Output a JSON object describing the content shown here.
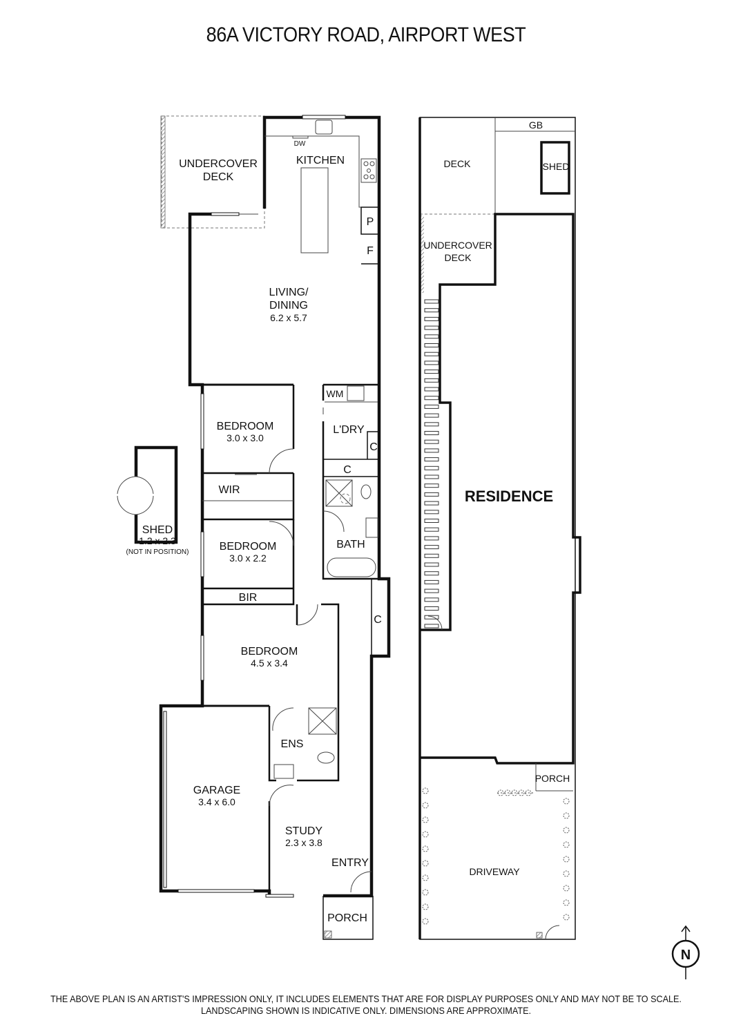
{
  "title": "86A VICTORY ROAD, AIRPORT WEST",
  "disclaimer": {
    "line1": "THE ABOVE PLAN IS AN ARTIST'S IMPRESSION ONLY, IT INCLUDES ELEMENTS THAT ARE FOR DISPLAY PURPOSES ONLY AND MAY NOT BE TO SCALE.",
    "line2": "LANDSCAPING SHOWN IS INDICATIVE ONLY. DIMENSIONS ARE APPROXIMATE."
  },
  "floor_plan": {
    "undercover_deck": [
      "UNDERCOVER",
      "DECK"
    ],
    "kitchen": "KITCHEN",
    "dw": "DW",
    "pantry": "P",
    "fridge": "F",
    "living": {
      "name1": "LIVING/",
      "name2": "DINING",
      "dim": "6.2 x 5.7"
    },
    "wm": "WM",
    "laundry": "L'DRY",
    "cupboard": "C",
    "bedroom1": {
      "name": "BEDROOM",
      "dim": "3.0 x 3.0"
    },
    "wir": "WIR",
    "bedroom2": {
      "name": "BEDROOM",
      "dim": "3.0 x 2.2"
    },
    "bath": "BATH",
    "bir": "BIR",
    "bedroom3": {
      "name": "BEDROOM",
      "dim": "4.5 x 3.4"
    },
    "shed": {
      "name": "SHED",
      "dim": "1.2 x 2.3",
      "note": "(NOT IN POSITION)"
    },
    "ens": "ENS",
    "garage": {
      "name": "GARAGE",
      "dim": "3.4 x 6.0"
    },
    "study": {
      "name": "STUDY",
      "dim": "2.3 x 3.8"
    },
    "entry": "ENTRY",
    "porch": "PORCH"
  },
  "site_plan": {
    "deck": "DECK",
    "gb": "GB",
    "shed": "SHED",
    "undercover_deck": [
      "UNDERCOVER",
      "DECK"
    ],
    "residence": "RESIDENCE",
    "porch": "PORCH",
    "driveway": "DRIVEWAY"
  },
  "compass": {
    "label": "N",
    "icon": "north-arrow-icon"
  }
}
